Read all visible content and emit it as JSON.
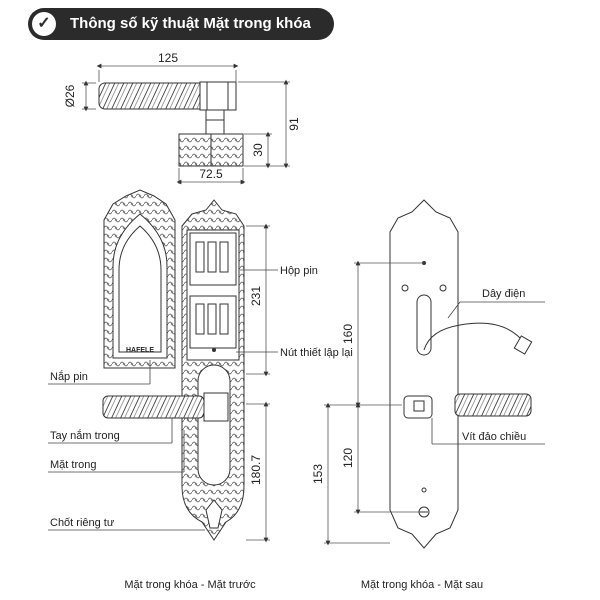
{
  "header": {
    "title": "Thông số kỹ thuật  Mặt trong khóa",
    "icon": "check-circle-icon"
  },
  "dimensions": {
    "top_width": "125",
    "top_diameter": "Ø26",
    "top_height": "91",
    "base_height": "30",
    "base_width": "72.5",
    "plate_height_upper": "231",
    "plate_height_lower": "180.7",
    "rear_dim_160": "160",
    "rear_dim_120": "120",
    "rear_dim_153": "153"
  },
  "labels": {
    "battery_box": "Hộp pin",
    "reset_button": "Nút thiết lập lại",
    "battery_cover": "Nắp pin",
    "handle": "Tay nắm trong",
    "inner_face": "Mặt trong",
    "privacy_latch": "Chốt riêng tư",
    "wire": "Dây điện",
    "reversing_screw": "Vít đảo chiều",
    "brand": "HAFELE"
  },
  "captions": {
    "front": "Mặt trong khóa - Mặt trước",
    "rear": "Mặt trong khóa - Mặt sau"
  },
  "colors": {
    "header_bg": "#2b2b2b",
    "line": "#333333",
    "dim": "#555555"
  }
}
